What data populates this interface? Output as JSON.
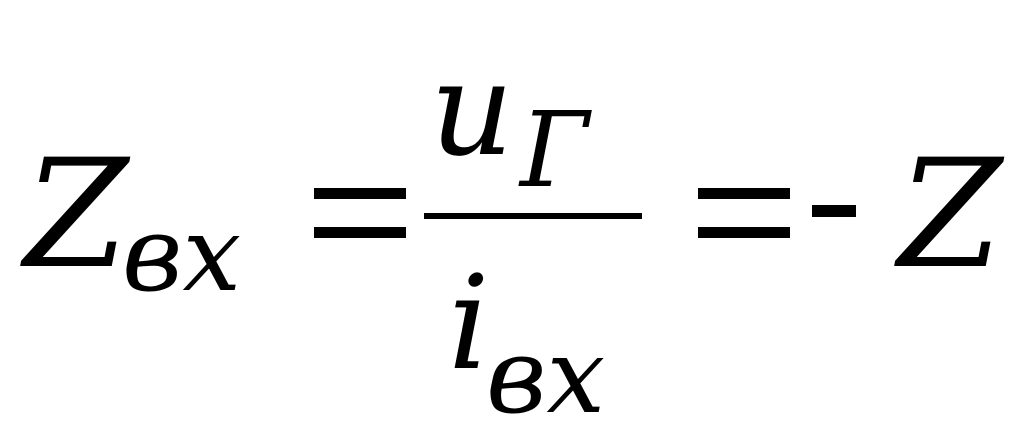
{
  "formula": {
    "lhs_symbol": "Z",
    "lhs_subscript": "вх",
    "equals_1": "=",
    "numerator_symbol": "u",
    "numerator_subscript": "Г",
    "denominator_symbol": "i",
    "denominator_subscript": "вх",
    "equals_2": "=",
    "minus": "-",
    "rhs_symbol": "Z"
  }
}
